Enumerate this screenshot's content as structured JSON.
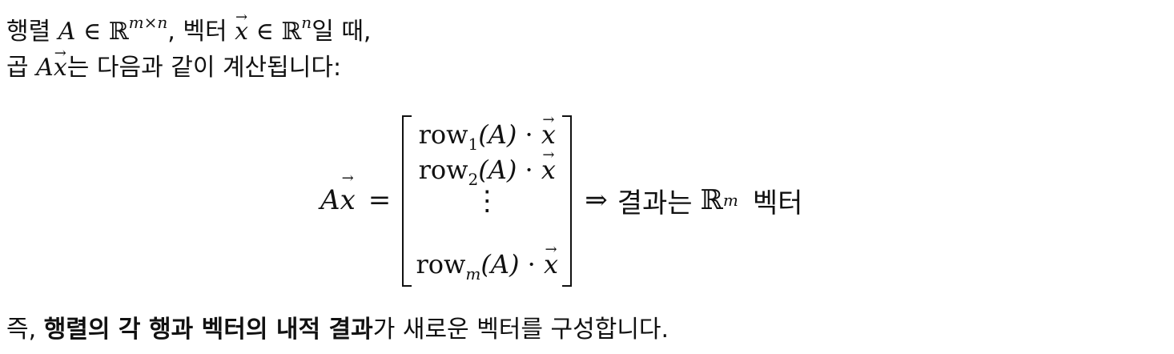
{
  "line1": {
    "prefix": "행렬",
    "matrix_symbol": "A",
    "in_symbol": "∈",
    "reals": "ℝ",
    "matrix_dim": "m×n",
    "comma": ",",
    "vector_word": "벡터",
    "vector_symbol": "x",
    "vector_dim": "n",
    "suffix": "일 때,"
  },
  "line2": {
    "prefix": "곱",
    "product_a": "A",
    "product_x": "x",
    "suffix": "는 다음과 같이 계산됩니다:"
  },
  "equation": {
    "lhs_a": "A",
    "lhs_x": "x",
    "equals": "=",
    "rows": [
      {
        "row": "row",
        "sub": "1",
        "a": "(A)",
        "dot": "·",
        "x": "x"
      },
      {
        "row": "row",
        "sub": "2",
        "a": "(A)",
        "dot": "·",
        "x": "x"
      },
      {
        "dots": "⋮"
      },
      {
        "row": "row",
        "sub": "m",
        "a": "(A)",
        "dot": "·",
        "x": "x"
      }
    ],
    "implies": "⇒",
    "result_text": "결과는",
    "reals": "ℝ",
    "result_dim": "m",
    "result_suffix": "벡터"
  },
  "line4": {
    "prefix": "즉,",
    "bold_text": "행렬의 각 행과 벡터의 내적 결과",
    "suffix": "가 새로운 벡터를 구성합니다."
  }
}
